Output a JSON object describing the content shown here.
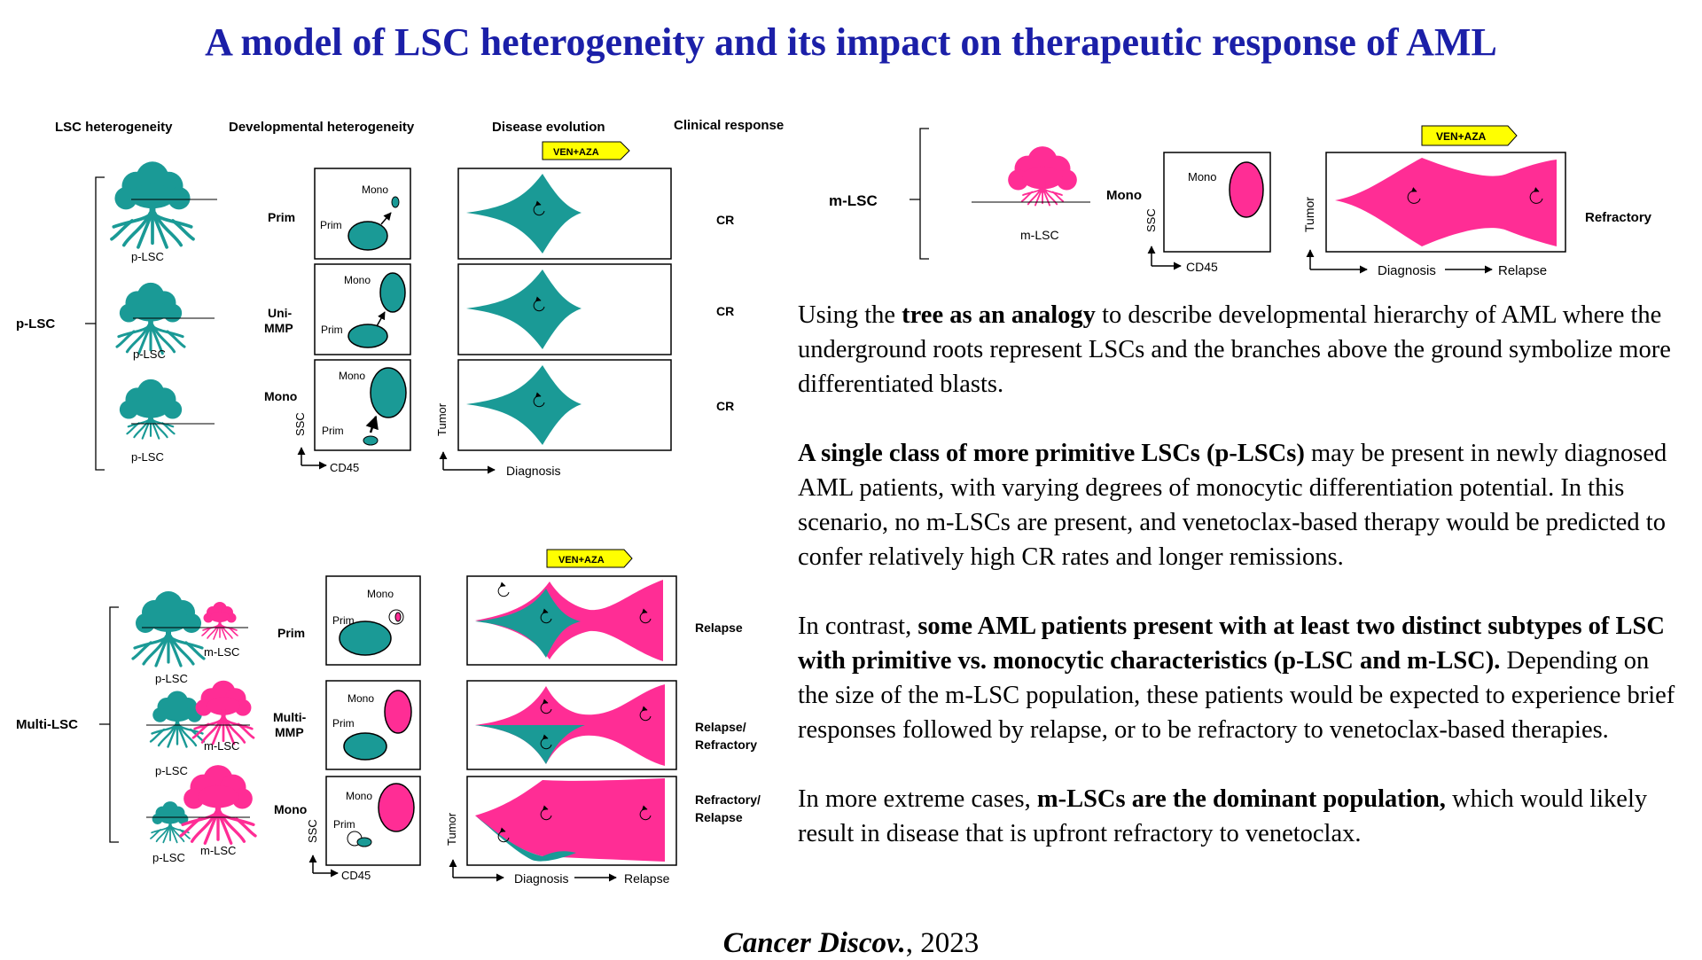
{
  "title": "A model of LSC heterogeneity and its impact on therapeutic response of AML",
  "headers": {
    "lsc_heterogeneity": "LSC heterogeneity",
    "developmental_heterogeneity": "Developmental heterogeneity",
    "disease_evolution": "Disease evolution",
    "clinical_response": "Clinical response"
  },
  "labels": {
    "p_lsc": "p-LSC",
    "m_lsc": "m-LSC",
    "multi_lsc": "Multi-LSC",
    "mono": "Mono",
    "prim": "Prim",
    "uni_mmp": "Uni-\nMMP",
    "multi_mmp": "Multi-\nMMP",
    "ssc": "SSC",
    "cd45": "CD45",
    "tumor": "Tumor",
    "diagnosis": "Diagnosis",
    "relapse": "Relapse",
    "ven_aza": "VEN+AZA"
  },
  "p_lsc_rows": [
    {
      "dev_label": "Prim",
      "response": "CR"
    },
    {
      "dev_label": "Uni-\nMMP",
      "response": "CR"
    },
    {
      "dev_label": "Mono",
      "response": "CR"
    }
  ],
  "multi_lsc_rows": [
    {
      "dev_label": "Prim",
      "response": "Relapse"
    },
    {
      "dev_label": "Multi-\nMMP",
      "response": "Relapse/\nRefractory"
    },
    {
      "dev_label": "Mono",
      "response": "Refractory/\nRelapse"
    }
  ],
  "m_lsc_row": {
    "dev_label": "Mono",
    "response": "Refractory"
  },
  "colors": {
    "teal": "#1a9a96",
    "pink": "#ff2d95",
    "title_blue": "#1b1fa8",
    "ven_yellow": "#ffff00"
  },
  "paragraphs": {
    "p1_a": "Using the ",
    "p1_b": "tree as an analogy",
    "p1_c": " to describe developmental hierarchy of AML where the underground roots represent LSCs and the branches above the ground symbolize more differentiated blasts.",
    "p2_a": "A single class of more primitive LSCs (p-LSCs)",
    "p2_b": " may be present in newly diagnosed AML patients, with varying degrees of monocytic differentiation potential.  In this scenario, no m-LSCs are present, and venetoclax-based therapy would be predicted to confer relatively high CR rates and longer remissions.",
    "p3_a": "In contrast, ",
    "p3_b": "some AML patients present with at least two distinct subtypes of LSC with primitive vs. monocytic characteristics (p-LSC and m-LSC).",
    "p3_c": " Depending on the size of the m-LSC population, these patients would be expected to experience brief responses followed by relapse, or to be refractory to venetoclax-based therapies.",
    "p4_a": "In more extreme cases, ",
    "p4_b": "m-LSCs are the dominant population,",
    "p4_c": " which would likely result in disease that is upfront refractory to venetoclax."
  },
  "citation": {
    "journal": "Cancer Discov.",
    "year": ", 2023"
  }
}
